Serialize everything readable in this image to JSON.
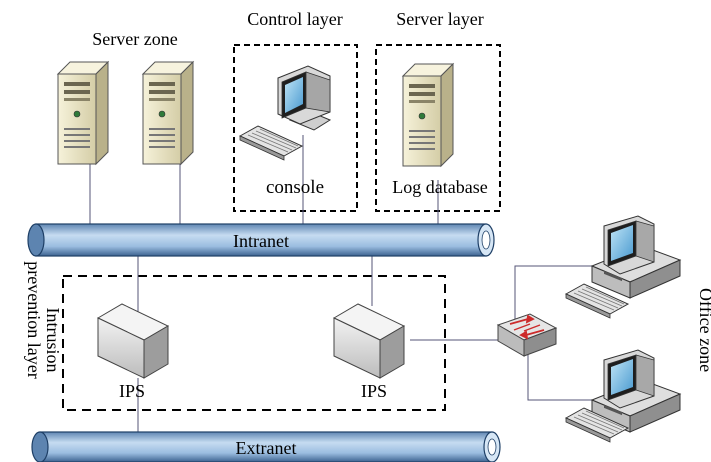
{
  "labels": {
    "server_zone": "Server zone",
    "control_layer": "Control layer",
    "server_layer": "Server layer",
    "console": "console",
    "log_database": "Log database",
    "intranet": "Intranet",
    "extranet": "Extranet",
    "intrusion_prevention_layer_line1": "Intrusion",
    "intrusion_prevention_layer_line2": "prevention layer",
    "ips_left": "IPS",
    "ips_right": "IPS",
    "office_zone": "Office zone"
  },
  "colors": {
    "pipe_fill": "#a9c6e4",
    "pipe_dark": "#1e3f66",
    "server_body": "#ebe6c8",
    "ips_body": "#e8e8e8",
    "switch_arrows": "#cc2b2b",
    "link_line": "#555577"
  },
  "icons": [
    "server-icon",
    "monitor-icon",
    "keyboard-icon",
    "ips-device-icon",
    "switch-icon",
    "workstation-icon"
  ]
}
